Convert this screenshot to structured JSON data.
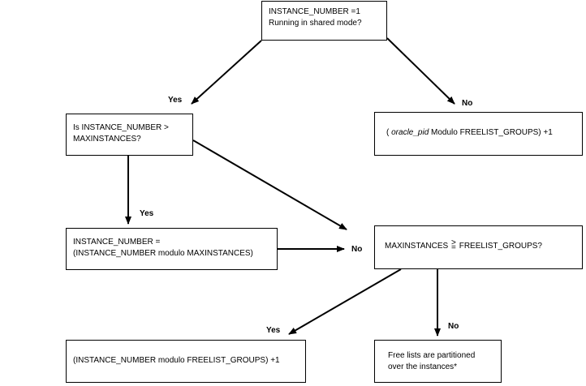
{
  "nodes": {
    "start": {
      "line1": "INSTANCE_NUMBER  =1",
      "line2": "Running in shared mode?"
    },
    "check_max": {
      "line1": "Is INSTANCE_NUMBER  >",
      "line2": "MAXINSTANCES?"
    },
    "oracle_pid": {
      "open": "( ",
      "italic": "oracle_pid",
      "rest": "  Modulo FREELIST_GROUPS)  +1"
    },
    "instance_mod": {
      "line1": "INSTANCE_NUMBER  =",
      "line2": "(INSTANCE_NUMBER  modulo MAXINSTANCES)"
    },
    "max_vs_groups": {
      "left": "MAXINSTANCES  ",
      "symbol_top": ">",
      "symbol_bottom": "=",
      "right": " FREELIST_GROUPS?"
    },
    "instance_mod_groups": {
      "text": "(INSTANCE_NUMBER  modulo FREELIST_GROUPS)  +1"
    },
    "partitioned": {
      "line1": "Free lists are partitioned",
      "line2": "over the instances*"
    }
  },
  "edge_labels": {
    "yes_1": "Yes",
    "no_1": "No",
    "yes_2": "Yes",
    "no_2": "No",
    "yes_3": "Yes",
    "no_3": "No"
  },
  "colors": {
    "line": "#000000",
    "background": "#ffffff"
  }
}
